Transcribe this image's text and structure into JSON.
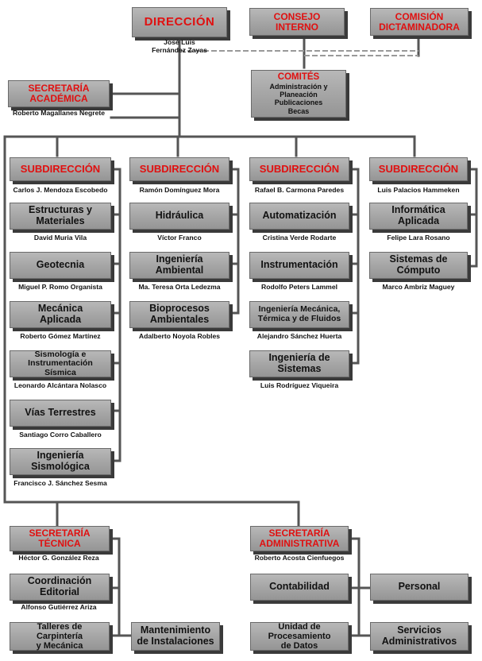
{
  "top": {
    "direccion": {
      "title": "DIRECCIÓN",
      "person_line1": "José Luis",
      "person_line2": "Fernández Zayas"
    },
    "consejo": {
      "line1": "CONSEJO",
      "line2": "INTERNO"
    },
    "comision": {
      "line1": "COMISIÓN",
      "line2": "DICTAMINADORA"
    },
    "comites": {
      "title": "COMITÉS",
      "items": [
        "Administración y Planeación",
        "Publicaciones",
        "Becas"
      ]
    },
    "sec_academica": {
      "line1": "SECRETARÍA",
      "line2": "ACADÉMICA",
      "person": "Roberto Magallanes Negrete"
    }
  },
  "subdirecciones": [
    {
      "title": "SUBDIRECCIÓN",
      "head": "Carlos J. Mendoza Escobedo",
      "units": [
        {
          "l1": "Estructuras y",
          "l2": "Materiales",
          "person": "David Muria Vila"
        },
        {
          "l1": "Geotecnia",
          "l2": "",
          "person": "Miguel P. Romo Organista"
        },
        {
          "l1": "Mecánica",
          "l2": "Aplicada",
          "person": "Roberto Gómez Martínez"
        },
        {
          "l1": "Sismología e",
          "l2": "Instrumentación Sísmica",
          "person": "Leonardo Alcántara Nolasco"
        },
        {
          "l1": "Vías Terrestres",
          "l2": "",
          "person": "Santiago Corro Caballero"
        },
        {
          "l1": "Ingeniería",
          "l2": "Sismológica",
          "person": "Francisco J. Sánchez Sesma"
        }
      ]
    },
    {
      "title": "SUBDIRECCIÓN",
      "head": "Ramón Domínguez Mora",
      "units": [
        {
          "l1": "Hidráulica",
          "l2": "",
          "person": "Víctor Franco"
        },
        {
          "l1": "Ingeniería",
          "l2": "Ambiental",
          "person": "Ma. Teresa Orta Ledezma"
        },
        {
          "l1": "Bioprocesos",
          "l2": "Ambientales",
          "person": "Adalberto Noyola Robles"
        }
      ]
    },
    {
      "title": "SUBDIRECCIÓN",
      "head": "Rafael B. Carmona Paredes",
      "units": [
        {
          "l1": "Automatización",
          "l2": "",
          "person": "Cristina Verde Rodarte"
        },
        {
          "l1": "Instrumentación",
          "l2": "",
          "person": "Rodolfo Peters Lammel"
        },
        {
          "l1": "Ingeniería Mecánica,",
          "l2": "Térmica y de Fluidos",
          "person": "Alejandro Sánchez Huerta"
        },
        {
          "l1": "Ingeniería de",
          "l2": "Sistemas",
          "person": "Luis Rodríguez Viqueira"
        }
      ]
    },
    {
      "title": "SUBDIRECCIÓN",
      "head": "Luis Palacios Hammeken",
      "units": [
        {
          "l1": "Informática",
          "l2": "Aplicada",
          "person": "Felipe Lara Rosano"
        },
        {
          "l1": "Sistemas de",
          "l2": "Cómputo",
          "person": "Marco Ambriz Maguey"
        }
      ]
    }
  ],
  "sec_tecnica": {
    "line1": "SECRETARÍA",
    "line2": "TÉCNICA",
    "person": "Héctor G. González Reza",
    "units": [
      {
        "l1": "Coordinación",
        "l2": "Editorial",
        "person": "Alfonso Gutiérrez Ariza"
      },
      {
        "l1": "Talleres de Carpintería",
        "l2": "y Mecánica",
        "person": ""
      },
      {
        "l1": "Mantenimiento",
        "l2": "de Instalaciones",
        "person": ""
      }
    ]
  },
  "sec_administrativa": {
    "line1": "SECRETARÍA",
    "line2": "ADMINISTRATIVA",
    "person": "Roberto Acosta Cienfuegos",
    "units": [
      {
        "l1": "Contabilidad",
        "l2": ""
      },
      {
        "l1": "Personal",
        "l2": ""
      },
      {
        "l1": "Unidad de Procesamiento",
        "l2": "de Datos"
      },
      {
        "l1": "Servicios",
        "l2": "Administrativos"
      }
    ]
  }
}
